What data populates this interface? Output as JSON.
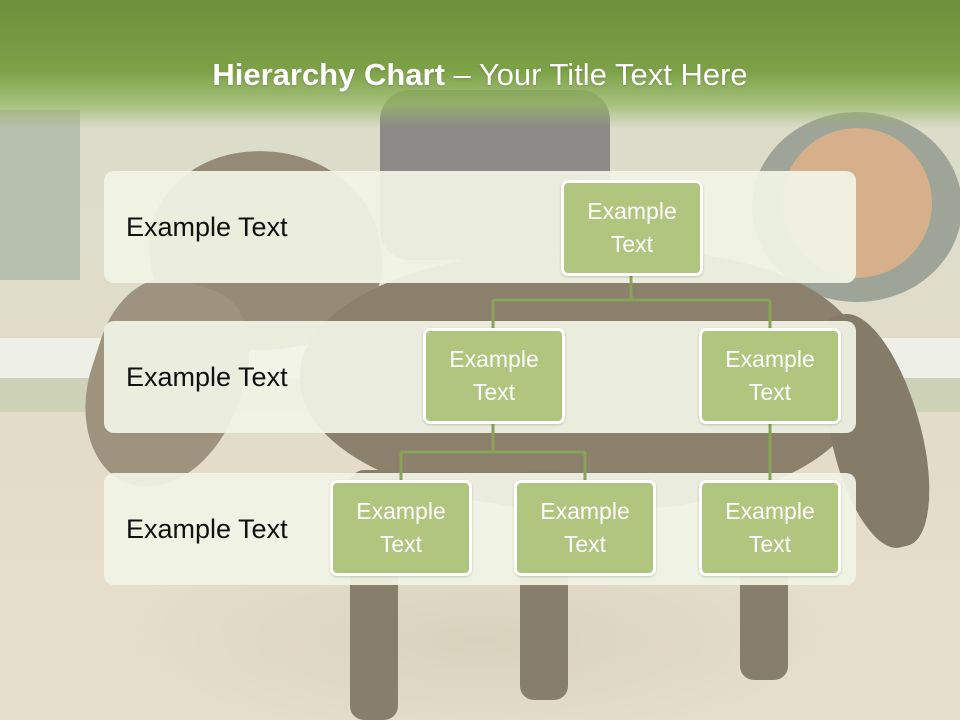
{
  "slide": {
    "title_bold": "Hierarchy Chart",
    "title_rest": " – Your Title Text Here",
    "colors": {
      "title_bar": "#7ca146",
      "band_fill": "#f1f4e5",
      "node_fill": "#b0c67f",
      "node_border": "#ffffff",
      "connector": "#8aa35a"
    }
  },
  "levels": [
    {
      "label": "Example Text"
    },
    {
      "label": "Example Text"
    },
    {
      "label": "Example Text"
    }
  ],
  "nodes": {
    "root": "Example\nText",
    "l2_left": "Example\nText",
    "l2_right": "Example\nText",
    "l3_a": "Example\nText",
    "l3_b": "Example\nText",
    "l3_c": "Example\nText"
  }
}
